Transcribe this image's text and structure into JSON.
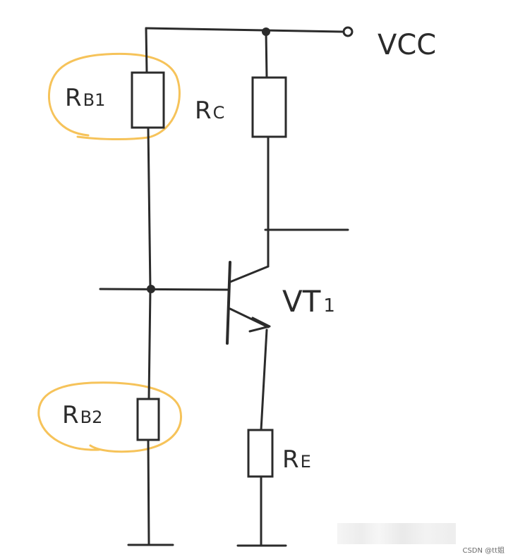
{
  "colors": {
    "wire": "#2b2b2b",
    "highlight": "#f6c35a",
    "background": "#ffffff"
  },
  "labels": {
    "vcc": "VCC",
    "rb1": {
      "main": "R",
      "sub": "B1"
    },
    "rc": {
      "main": "R",
      "sub": "C"
    },
    "vt1": {
      "main": "VT",
      "sub": "1"
    },
    "rb2": {
      "main": "R",
      "sub": "B2"
    },
    "re": {
      "main": "R",
      "sub": "E"
    }
  },
  "watermark": "CSDN @tt姐"
}
